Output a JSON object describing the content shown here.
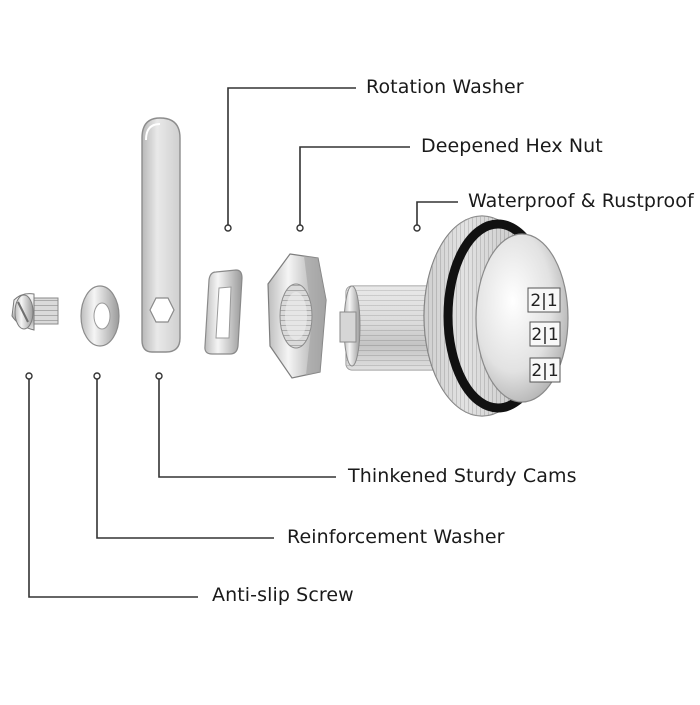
{
  "labels": {
    "rotation_washer": "Rotation Washer",
    "deepened_hex_nut": "Deepened Hex Nut",
    "waterproof_rustproof": "Waterproof & Rustproof",
    "thickened_cams": "Thinkened Sturdy Cams",
    "reinforcement_washer": "Reinforcement Washer",
    "anti_slip_screw": "Anti-slip Screw"
  },
  "dial_digits": [
    "2|1",
    "2|1",
    "2|1"
  ],
  "colors": {
    "background": "#ffffff",
    "leader_line": "#333333",
    "metal_light": "#f4f4f4",
    "metal_mid": "#c9c9c9",
    "metal_dark": "#8a8a8a",
    "rubber_ring": "#111111"
  }
}
